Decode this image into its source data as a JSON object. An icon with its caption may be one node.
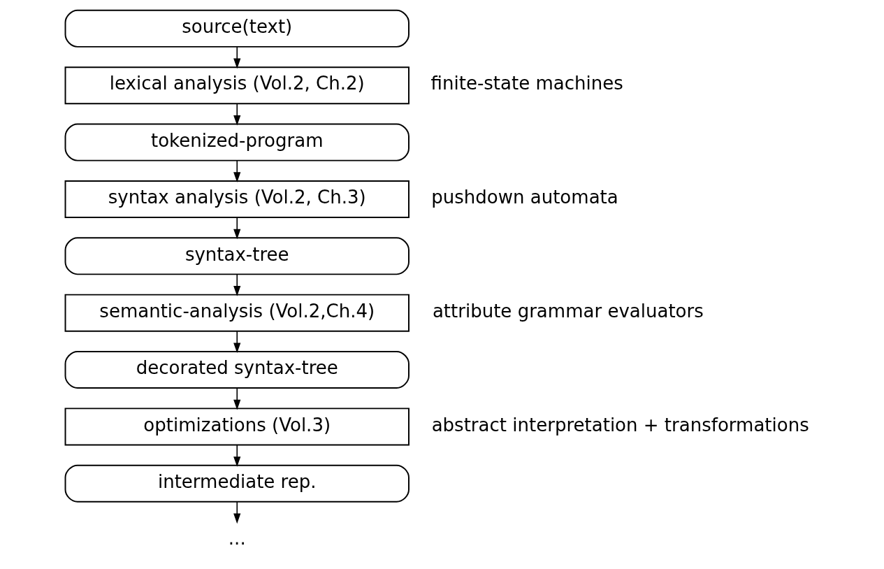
{
  "diagram": {
    "nodes": [
      {
        "text": [
          "source(text)"
        ]
      },
      {
        "text": [
          "lexical analysis (Vol.2, Ch.2)"
        ],
        "beside": [
          "finite-state machines"
        ]
      },
      {
        "text": [
          "tokenized-program"
        ]
      },
      {
        "text": [
          "syntax analysis (Vol.2, Ch.3)"
        ],
        "beside": [
          "pushdown automata"
        ]
      },
      {
        "text": [
          "syntax-tree"
        ]
      },
      {
        "text": [
          "semantic-analysis (Vol.2,Ch.4)"
        ],
        "beside": [
          "attribute grammar evaluators"
        ]
      },
      {
        "text": [
          "decorated syntax-tree"
        ]
      },
      {
        "text": [
          "optimizations (Vol.3)"
        ],
        "beside": [
          "abstract interpretation + transformations"
        ]
      },
      {
        "text": [
          "intermediate rep."
        ]
      },
      {
        "text": [
          "..."
        ]
      }
    ],
    "edges": [
      {
        "from": 0,
        "to": 1,
        "arrow": "to"
      },
      {
        "from": 1,
        "to": 2,
        "arrow": "to"
      },
      {
        "from": 2,
        "to": 3,
        "arrow": "to"
      },
      {
        "from": 3,
        "to": 4,
        "arrow": "to"
      },
      {
        "from": 4,
        "to": 5,
        "arrow": "to"
      },
      {
        "from": 5,
        "to": 6,
        "arrow": "to"
      },
      {
        "from": 6,
        "to": 7,
        "arrow": "to"
      },
      {
        "from": 7,
        "to": 8,
        "arrow": "to"
      },
      {
        "from": 8,
        "to": 9,
        "arrow": "to"
      }
    ]
  }
}
